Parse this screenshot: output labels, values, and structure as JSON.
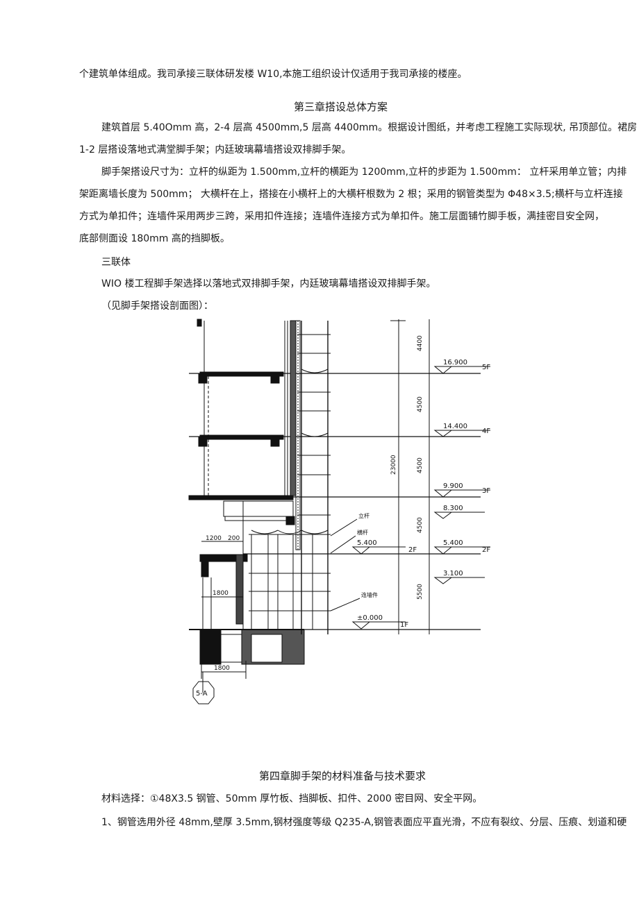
{
  "intro_line": "个建筑单体组成。我司承接三联体研发楼 W10,本施工组织设计仅适用于我司承接的楼座。",
  "chapter3": {
    "title": "第三章搭设总体方案",
    "p1_l1": "建筑首层 5.40Omm 高，2-4 层高 4500mm,5 层高 4400mm。根据设计图纸，并考虑工程施工实际现状, 吊顶部位。裙房",
    "p1_l2": "1-2 层搭设落地式满堂脚手架；内廷玻璃幕墙搭设双排脚手架。",
    "p2_l1": "脚手架搭设尺寸为：立杆的纵距为 1.500mm,立杆的横距为 1200mm,立杆的步距为 1.500mm：  立杆采用单立管；内排",
    "p2_l2": "架距离墙长度为 500mm；  大横杆在上，搭接在小横杆上的大横杆根数为 2 根；采用的钢管类型为 Φ48×3.5;横杆与立杆连接",
    "p2_l3": "方式为单扣件；连墙件采用两步三跨，采用扣件连接；连墙件连接方式为单扣件。施工层面铺竹脚手板，满挂密目安全网，",
    "p2_l4": "底部侧面设 180mm 高的挡脚板。",
    "p3": "三联体",
    "p4": "WIO 楼工程脚手架选择以落地式双排脚手架，内廷玻璃幕墙搭设双排脚手架。",
    "p5": "（见脚手架搭设剖面图）："
  },
  "drawing": {
    "level_5f": "16.900",
    "tag_5f": "5F",
    "level_4f": "14.400",
    "tag_4f": "4F",
    "level_3f": "9.900",
    "tag_3f": "3F",
    "level_8300": "8.300",
    "level_2f_left": "5.400",
    "tag_2f_left": "2F",
    "level_2f_right": "5.400",
    "tag_2f_right": "2F",
    "level_3100": "3.100",
    "level_1f": "±0.000",
    "tag_1f": "1F",
    "dim_top": "4400",
    "dim_4500a": "4500",
    "dim_4500b": "4500",
    "dim_4500c": "4500",
    "dim_5500": "5500",
    "dim_total": "23000",
    "dim_1200": "1200",
    "dim_200": "200",
    "dim_1800a": "1800",
    "dim_1800b": "1800",
    "axis_label": "5-A",
    "note_a": "立杆",
    "note_b": "横杆",
    "note_c": "连墙件"
  },
  "chapter4": {
    "title": "第四章脚手架的材料准备与技术要求",
    "p1": "材料选择：①48X3.5 钢管、50mm 厚竹板、挡脚板、扣件、2000 密目网、安全平网。",
    "p2": "1、钢管选用外径 48mm,壁厚 3.5mm,钢材强度等级 Q235-A,钢管表面应平直光滑，不应有裂纹、分层、压痕、划道和硬"
  }
}
